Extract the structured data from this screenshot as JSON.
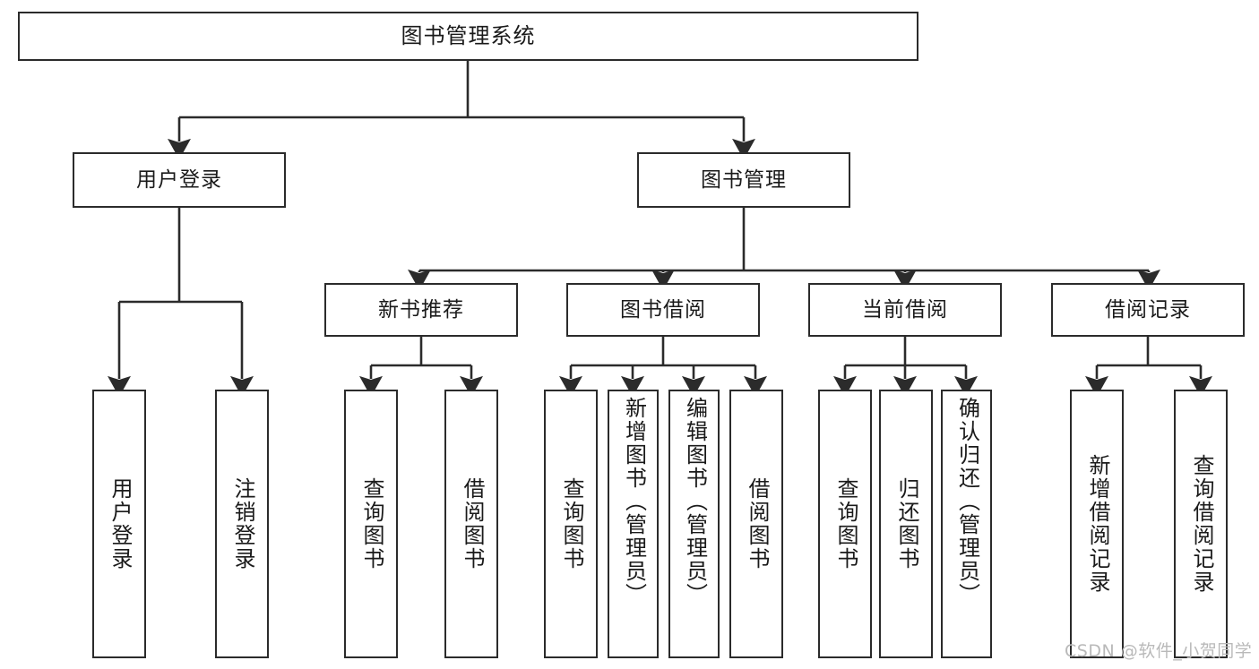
{
  "diagram": {
    "title": "图书管理系统",
    "type": "tree-hierarchy-functional-decomposition",
    "colors": {
      "stroke": "#2b2b2b",
      "fill": "#ffffff",
      "text": "#1a1a1a",
      "watermark": "#b9b9b9"
    },
    "root": {
      "id": "root",
      "label": "图书管理系统"
    },
    "level2": [
      {
        "id": "user-login",
        "label": "用户登录"
      },
      {
        "id": "book-manage",
        "label": "图书管理"
      }
    ],
    "level3": [
      {
        "id": "new-book-rec",
        "label": "新书推荐"
      },
      {
        "id": "book-borrow",
        "label": "图书借阅"
      },
      {
        "id": "current-borrow",
        "label": "当前借阅"
      },
      {
        "id": "borrow-record",
        "label": "借阅记录"
      }
    ],
    "leaves": [
      {
        "id": "leaf-user-login",
        "label": "用户登录",
        "parent": "user-login"
      },
      {
        "id": "leaf-logout",
        "label": "注销登录",
        "parent": "user-login"
      },
      {
        "id": "leaf-query-book-1",
        "label": "查询图书",
        "parent": "new-book-rec"
      },
      {
        "id": "leaf-borrow-book-1",
        "label": "借阅图书",
        "parent": "new-book-rec"
      },
      {
        "id": "leaf-query-book-2",
        "label": "查询图书",
        "parent": "book-borrow"
      },
      {
        "id": "leaf-add-book",
        "label": "新增图书（管理员）",
        "parent": "book-borrow"
      },
      {
        "id": "leaf-edit-book",
        "label": "编辑图书（管理员）",
        "parent": "book-borrow"
      },
      {
        "id": "leaf-borrow-book-2",
        "label": "借阅图书",
        "parent": "book-borrow"
      },
      {
        "id": "leaf-query-book-3",
        "label": "查询图书",
        "parent": "current-borrow"
      },
      {
        "id": "leaf-return-book",
        "label": "归还图书",
        "parent": "current-borrow"
      },
      {
        "id": "leaf-confirm-return",
        "label": "确认归还（管理员）",
        "parent": "current-borrow"
      },
      {
        "id": "leaf-add-record",
        "label": "新增借阅记录",
        "parent": "borrow-record"
      },
      {
        "id": "leaf-query-record",
        "label": "查询借阅记录",
        "parent": "borrow-record"
      }
    ]
  },
  "watermark": {
    "text": "CSDN @软件_小贺同学"
  }
}
